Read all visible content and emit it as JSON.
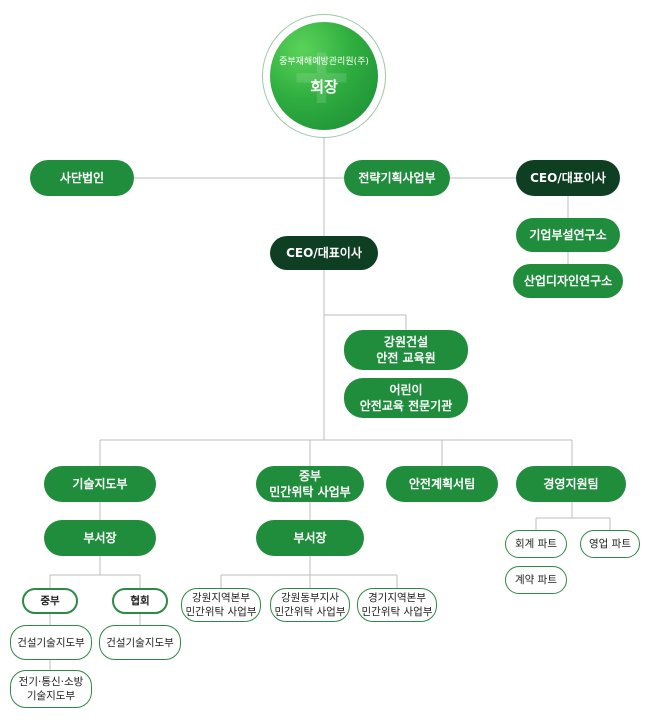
{
  "top": {
    "company": "중부재해예방관리원(주)",
    "title": "회장",
    "deco_symbol": "+"
  },
  "row1": {
    "left": "사단법인",
    "center": "전략기획사업부",
    "right": "CEO/대표이사"
  },
  "right_branch": [
    "기업부설연구소",
    "산업디자인연구소"
  ],
  "ceo": "CEO/대표이사",
  "ceo_units": [
    "강원건설\n안전 교육원",
    "어린이\n안전교육 전문기관"
  ],
  "departments": [
    "기술지도부",
    "중부\n민간위탁 사업부",
    "안전계획서팀",
    "경영지원팀"
  ],
  "tech": {
    "director": "부서장",
    "branches": [
      {
        "name": "중부",
        "items": [
          "건설기술지도부",
          "전기·통신·소방\n기술지도부"
        ]
      },
      {
        "name": "협회",
        "items": [
          "건설기술지도부"
        ]
      }
    ]
  },
  "private": {
    "director": "부서장",
    "items": [
      "강원지역본부\n민간위탁 사업부",
      "강원동부지사\n민간위탁 사업부",
      "경기지역본부\n민간위탁 사업부"
    ]
  },
  "mgmt_parts": [
    "회계 파트",
    "영업 파트",
    "계약 파트"
  ]
}
